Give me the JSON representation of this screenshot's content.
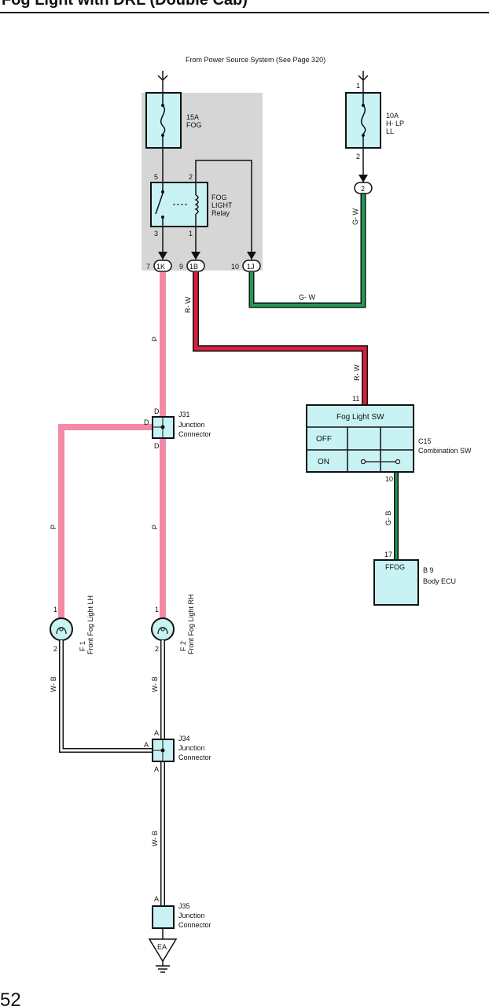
{
  "page": {
    "title": "Fog Light with DRL (Double Cab)",
    "page_number": "52"
  },
  "power": {
    "source_label": "From Power Source System (See Page 320)"
  },
  "fuses": {
    "fog": {
      "line1": "15A",
      "line2": "FOG",
      "pin_top": "",
      "pin_bottom": ""
    },
    "hlp": {
      "line1": "10A",
      "line2": "H- LP",
      "line3": "LL",
      "pin_top": "1",
      "pin_bottom": "2"
    }
  },
  "relay": {
    "line1": "FOG",
    "line2": "LIGHT",
    "line3": "Relay",
    "pin_5": "5",
    "pin_2": "2",
    "pin_3": "3",
    "pin_1": "1"
  },
  "connectors": {
    "c1k": {
      "id": "1K",
      "pin": "7"
    },
    "c1b": {
      "id": "1B",
      "pin": "9"
    },
    "c1j": {
      "id": "1J",
      "pin": "10"
    },
    "c2": {
      "id": "2"
    }
  },
  "wires": {
    "p": "P",
    "rw": "R- W",
    "gw": "G- W",
    "gb": "G- B",
    "wb": "W- B"
  },
  "colors": {
    "pink": "#f08aa6",
    "red": "#d8203a",
    "green": "#1f9a52",
    "part_fill": "#c8f2f4",
    "relay_bg": "#d6d6d6"
  },
  "switch": {
    "title": "Fog Light SW",
    "off_label": "OFF",
    "on_label": "ON",
    "code": "C15",
    "name": "Combination SW",
    "pin_in": "11",
    "pin_out": "10"
  },
  "ecu": {
    "terminal": "FFOG",
    "code": "B 9",
    "name": "Body ECU",
    "pin": "17"
  },
  "junctions": {
    "j31": {
      "code": "J31",
      "line1": "Junction",
      "line2": "Connector",
      "pin_top": "D",
      "pin_left": "D",
      "pin_bottom": "D"
    },
    "j34": {
      "code": "J34",
      "line1": "Junction",
      "line2": "Connector",
      "pin_top": "A",
      "pin_left": "A",
      "pin_bottom": "A"
    },
    "j35": {
      "code": "J35",
      "line1": "Junction",
      "line2": "Connector",
      "pin_top": "A"
    }
  },
  "lamps": {
    "lh": {
      "code": "F 1",
      "name": "Front Fog Light LH",
      "pin1": "1",
      "pin2": "2"
    },
    "rh": {
      "code": "F 2",
      "name": "Front Fog Light RH",
      "pin1": "1",
      "pin2": "2"
    }
  },
  "ground": {
    "label": "EA"
  }
}
